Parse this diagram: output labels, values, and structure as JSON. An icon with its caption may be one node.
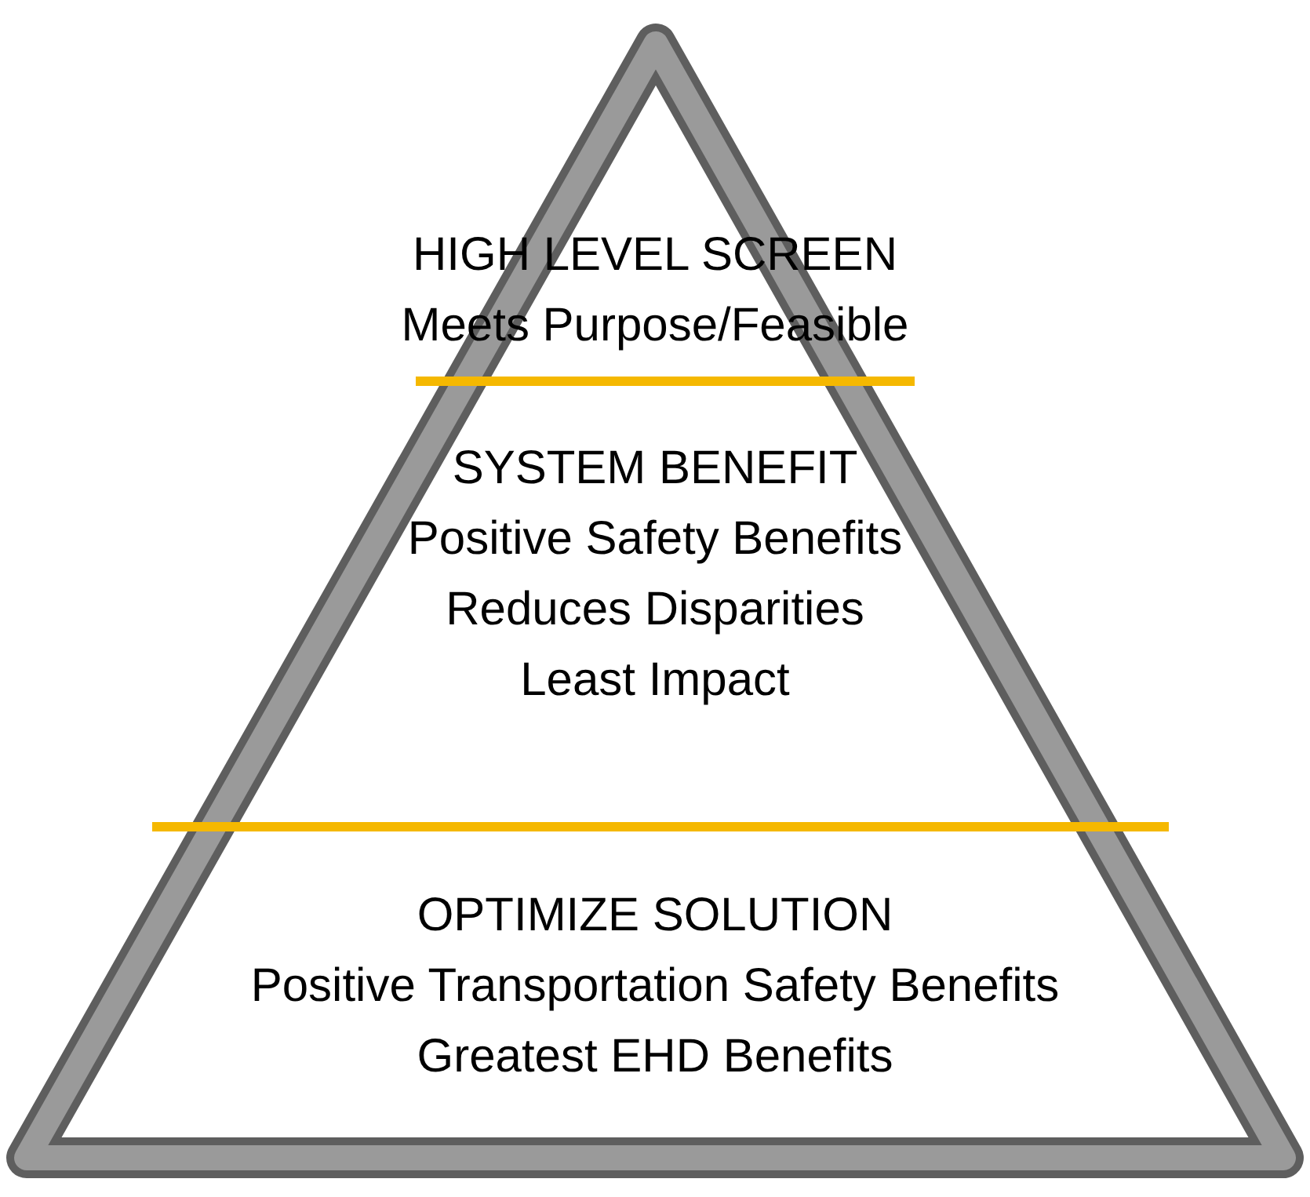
{
  "diagram": {
    "nodes": [
      {
        "text": [],
        "shape": "triangle"
      },
      {
        "text": [
          "HIGH LEVEL SCREEN",
          "Meets Purpose/Feasible"
        ],
        "in": 0
      },
      {
        "text": [
          "SYSTEM BENEFIT",
          "Positive Safety Benefits",
          "Reduces Disparities",
          "Least Impact"
        ],
        "in": 0
      },
      {
        "text": [
          "OPTIMIZE SOLUTION",
          "Positive Transportation Safety Benefits",
          "Greatest EHD Benefits"
        ],
        "in": 0
      }
    ]
  }
}
